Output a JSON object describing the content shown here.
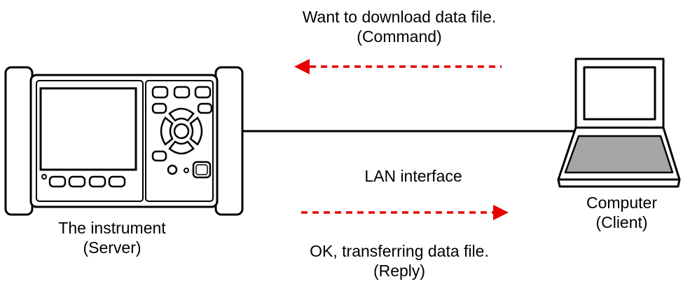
{
  "command": {
    "line1": "Want to download data file.",
    "line2": "(Command)"
  },
  "reply": {
    "line1": "OK, transferring data file.",
    "line2": "(Reply)"
  },
  "connection": {
    "label": "LAN interface"
  },
  "instrument": {
    "name": "The instrument",
    "role": "(Server)"
  },
  "computer": {
    "name": "Computer",
    "role": "(Client)"
  },
  "colors": {
    "arrow": "#e60000",
    "line": "#000000",
    "screen_fill": "#ffffff",
    "laptop_screen_fill": "#a6a6a6"
  }
}
